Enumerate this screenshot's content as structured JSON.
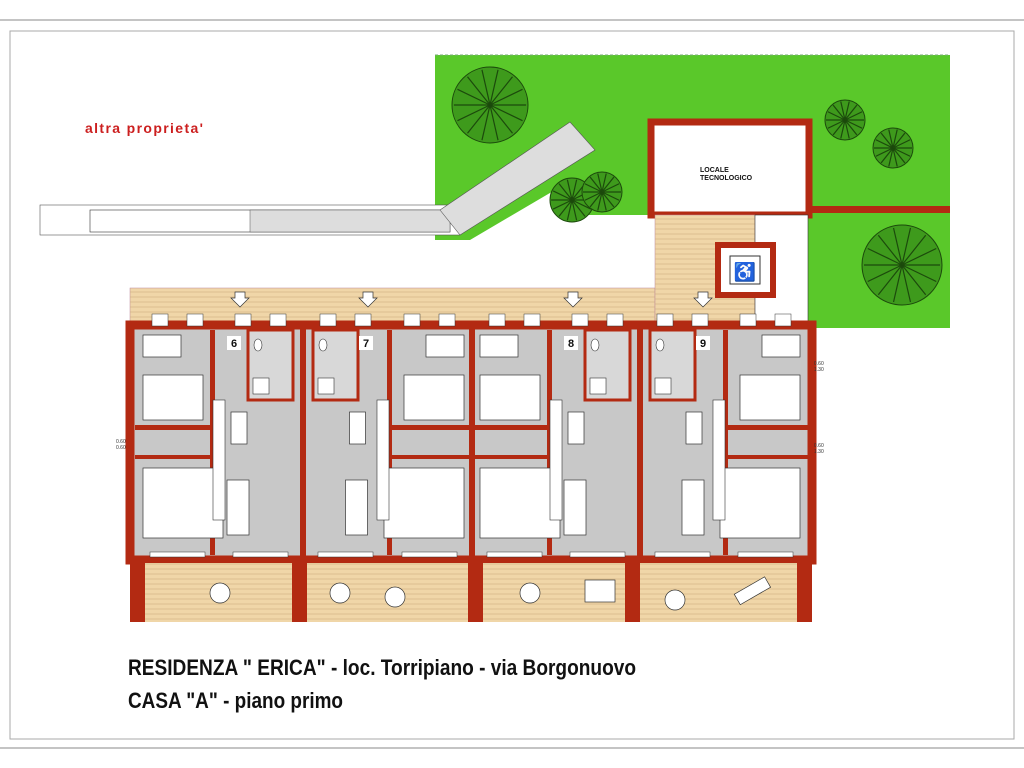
{
  "neighbor_label": "altra proprieta'",
  "locale_tecnologico": [
    "LOCALE",
    "TECNOLOGICO"
  ],
  "units": [
    "6",
    "7",
    "8",
    "9"
  ],
  "window_dims": {
    "right_top": [
      "0.60",
      "1.30"
    ],
    "right_bottom": [
      "0.60",
      "1.30"
    ],
    "left": [
      "0.60",
      "0.60"
    ]
  },
  "title": {
    "line1": "RESIDENZA \" ERICA\" - loc. Torripiano - via Borgonuovo",
    "line2": "CASA \"A\" - piano primo"
  },
  "colors": {
    "wall": "#b32a12",
    "interior": "#c8c8c8",
    "deck": "#f0d6a8",
    "garden": "#5ac82a",
    "label_red": "#cc1f1f"
  },
  "icons": [
    "wheelchair-accessible-icon",
    "entrance-arrow-icon",
    "tree-icon",
    "bed-icon",
    "table-icon",
    "sofa-icon",
    "toilet-icon"
  ]
}
